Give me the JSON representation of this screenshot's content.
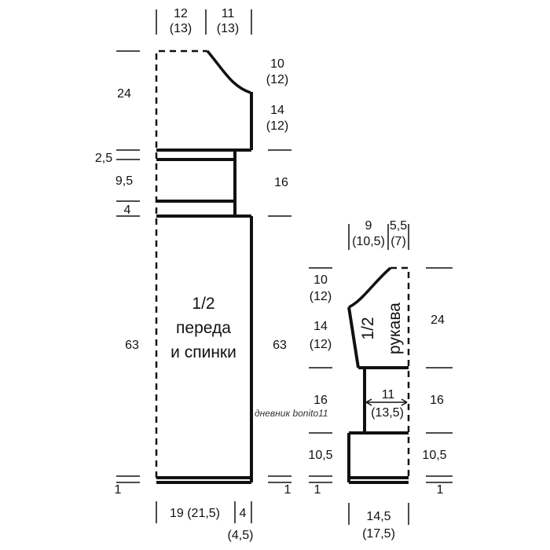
{
  "colors": {
    "line": "#111111",
    "background": "#ffffff"
  },
  "body_panel": {
    "top_widths": {
      "left": [
        "12",
        "(13)"
      ],
      "right": [
        "11",
        "(13)"
      ]
    },
    "left_heights": {
      "h24": "24",
      "h2_5": "2,5",
      "h9_5": "9,5",
      "h4": "4",
      "h63": "63",
      "h1": "1"
    },
    "right_heights": {
      "h10": [
        "10",
        "(12)"
      ],
      "h14": [
        "14",
        "(12)"
      ],
      "h16": "16",
      "h63": "63",
      "h1": "1"
    },
    "title": [
      "1/2",
      "переда",
      "и спинки"
    ],
    "bottom_widths": {
      "left": "19  (21,5)",
      "right": [
        "4",
        "(4,5)"
      ]
    }
  },
  "sleeve_panel": {
    "top_widths": {
      "left": [
        "9",
        "(10,5)"
      ],
      "right": [
        "5,5",
        "(7)"
      ]
    },
    "left_heights": {
      "h10": [
        "10",
        "(12)"
      ],
      "h14": [
        "14",
        "(12)"
      ],
      "h16": "16",
      "h10_5": "10,5",
      "h1": "1"
    },
    "right_heights": {
      "h24": "24",
      "h16": "16",
      "h10_5": "10,5",
      "h1": "1"
    },
    "title": [
      "1/2",
      "рукава"
    ],
    "mid_width": [
      "11",
      "(13,5)"
    ],
    "bottom_widths": [
      "14,5",
      "(17,5)"
    ]
  },
  "watermark": "дневник bonito11"
}
